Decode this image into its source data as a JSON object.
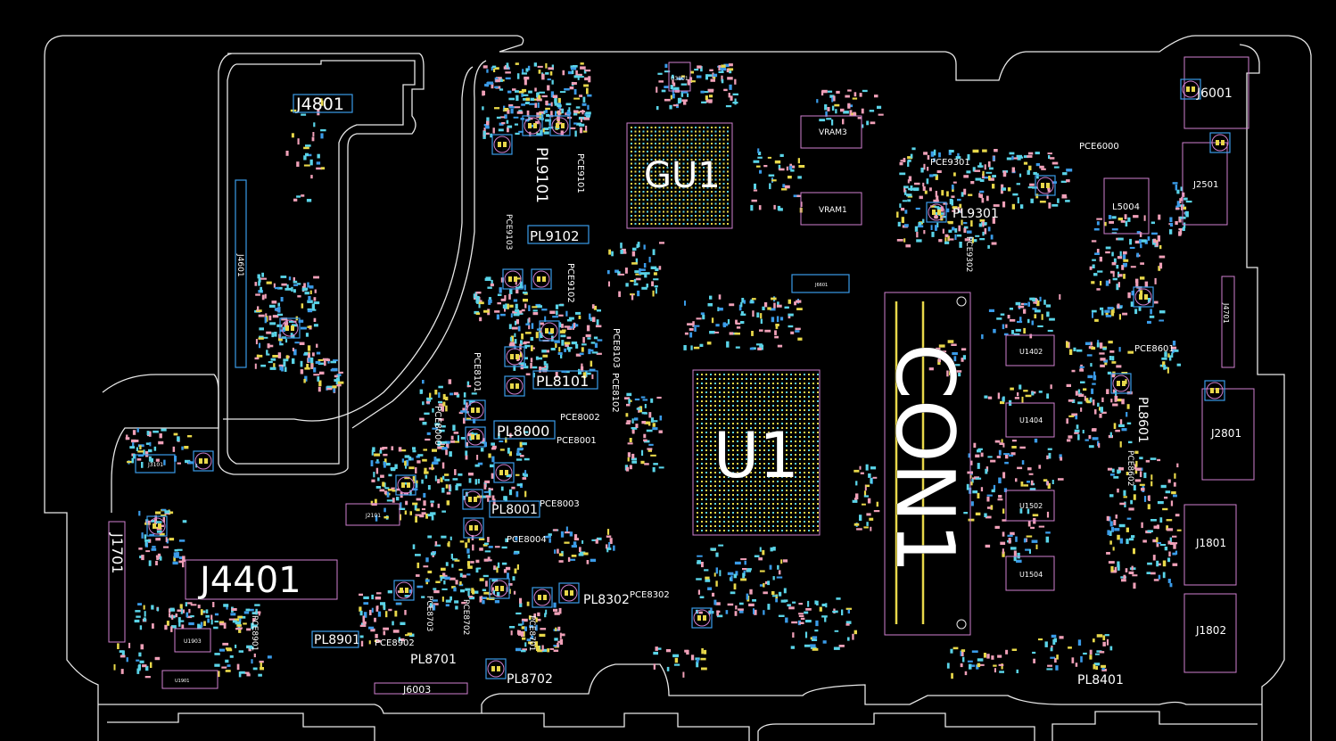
{
  "board": {
    "colors": {
      "background": "#000000",
      "outline": "#e8e8e8",
      "silkscreen": "#d080d0",
      "pad_yellow": "#e8d84a",
      "pad_cyan": "#5ad4e8",
      "pad_pink": "#f0a0b8",
      "pad_blue": "#3a9be8",
      "text": "#ffffff"
    }
  },
  "designators": {
    "J4801": "J4801",
    "GU1": "GU1",
    "PL9101": "PL9101",
    "PL9102": "PL9102",
    "PCE9101": "PCE9101",
    "PCE9102": "PCE9102",
    "PCE9103": "PCE9103",
    "J6001": "J6001",
    "J2501": "J2501",
    "PCE6000": "PCE6000",
    "PCE9301": "PCE9301",
    "PL9301": "PL9301",
    "PCE9302": "PCE9302",
    "L5004": "L5004",
    "VRAM3": "VRAM3",
    "VRAM1": "VRAM1",
    "U3801": "U3801",
    "J4601": "J4601",
    "J4401": "J4401",
    "J1701": "J1701",
    "J3101": "J3101",
    "U1901": "U1901",
    "U1903": "U1903",
    "U1": "U1",
    "CON1": "CON1",
    "PL8101": "PL8101",
    "PCE8101": "PCE8101",
    "PCE8102": "PCE8102",
    "PCE8103": "PCE8103",
    "PL8000": "PL8000",
    "PCE8002": "PCE8002",
    "PCE8001": "PCE8001",
    "PL8001": "PL8001",
    "PCE8003": "PCE8003",
    "PCE8004": "PCE8004",
    "PCE8000": "PCE8000",
    "J2101": "J2101",
    "PL8302": "PL8302",
    "PCE8302": "PCE8302",
    "PL8901": "PL8901",
    "PCE8902": "PCE8902",
    "PCE8901": "PCE8901",
    "PL8701": "PL8701",
    "PL8702": "PL8702",
    "PCE8703": "PCE8703",
    "PCE8701": "PCE8701",
    "PCE8702": "PCE8702",
    "J6003": "J6003",
    "U1402": "U1402",
    "U1404": "U1404",
    "U1502": "U1502",
    "U1504": "U1504",
    "PCE8601": "PCE8601",
    "PL8601": "PL8601",
    "PCE8602": "PCE8602",
    "J2801": "J2801",
    "J1801": "J1801",
    "J1802": "J1802",
    "J4701": "J4701",
    "PL8401": "PL8401",
    "J6601": "J6601"
  }
}
